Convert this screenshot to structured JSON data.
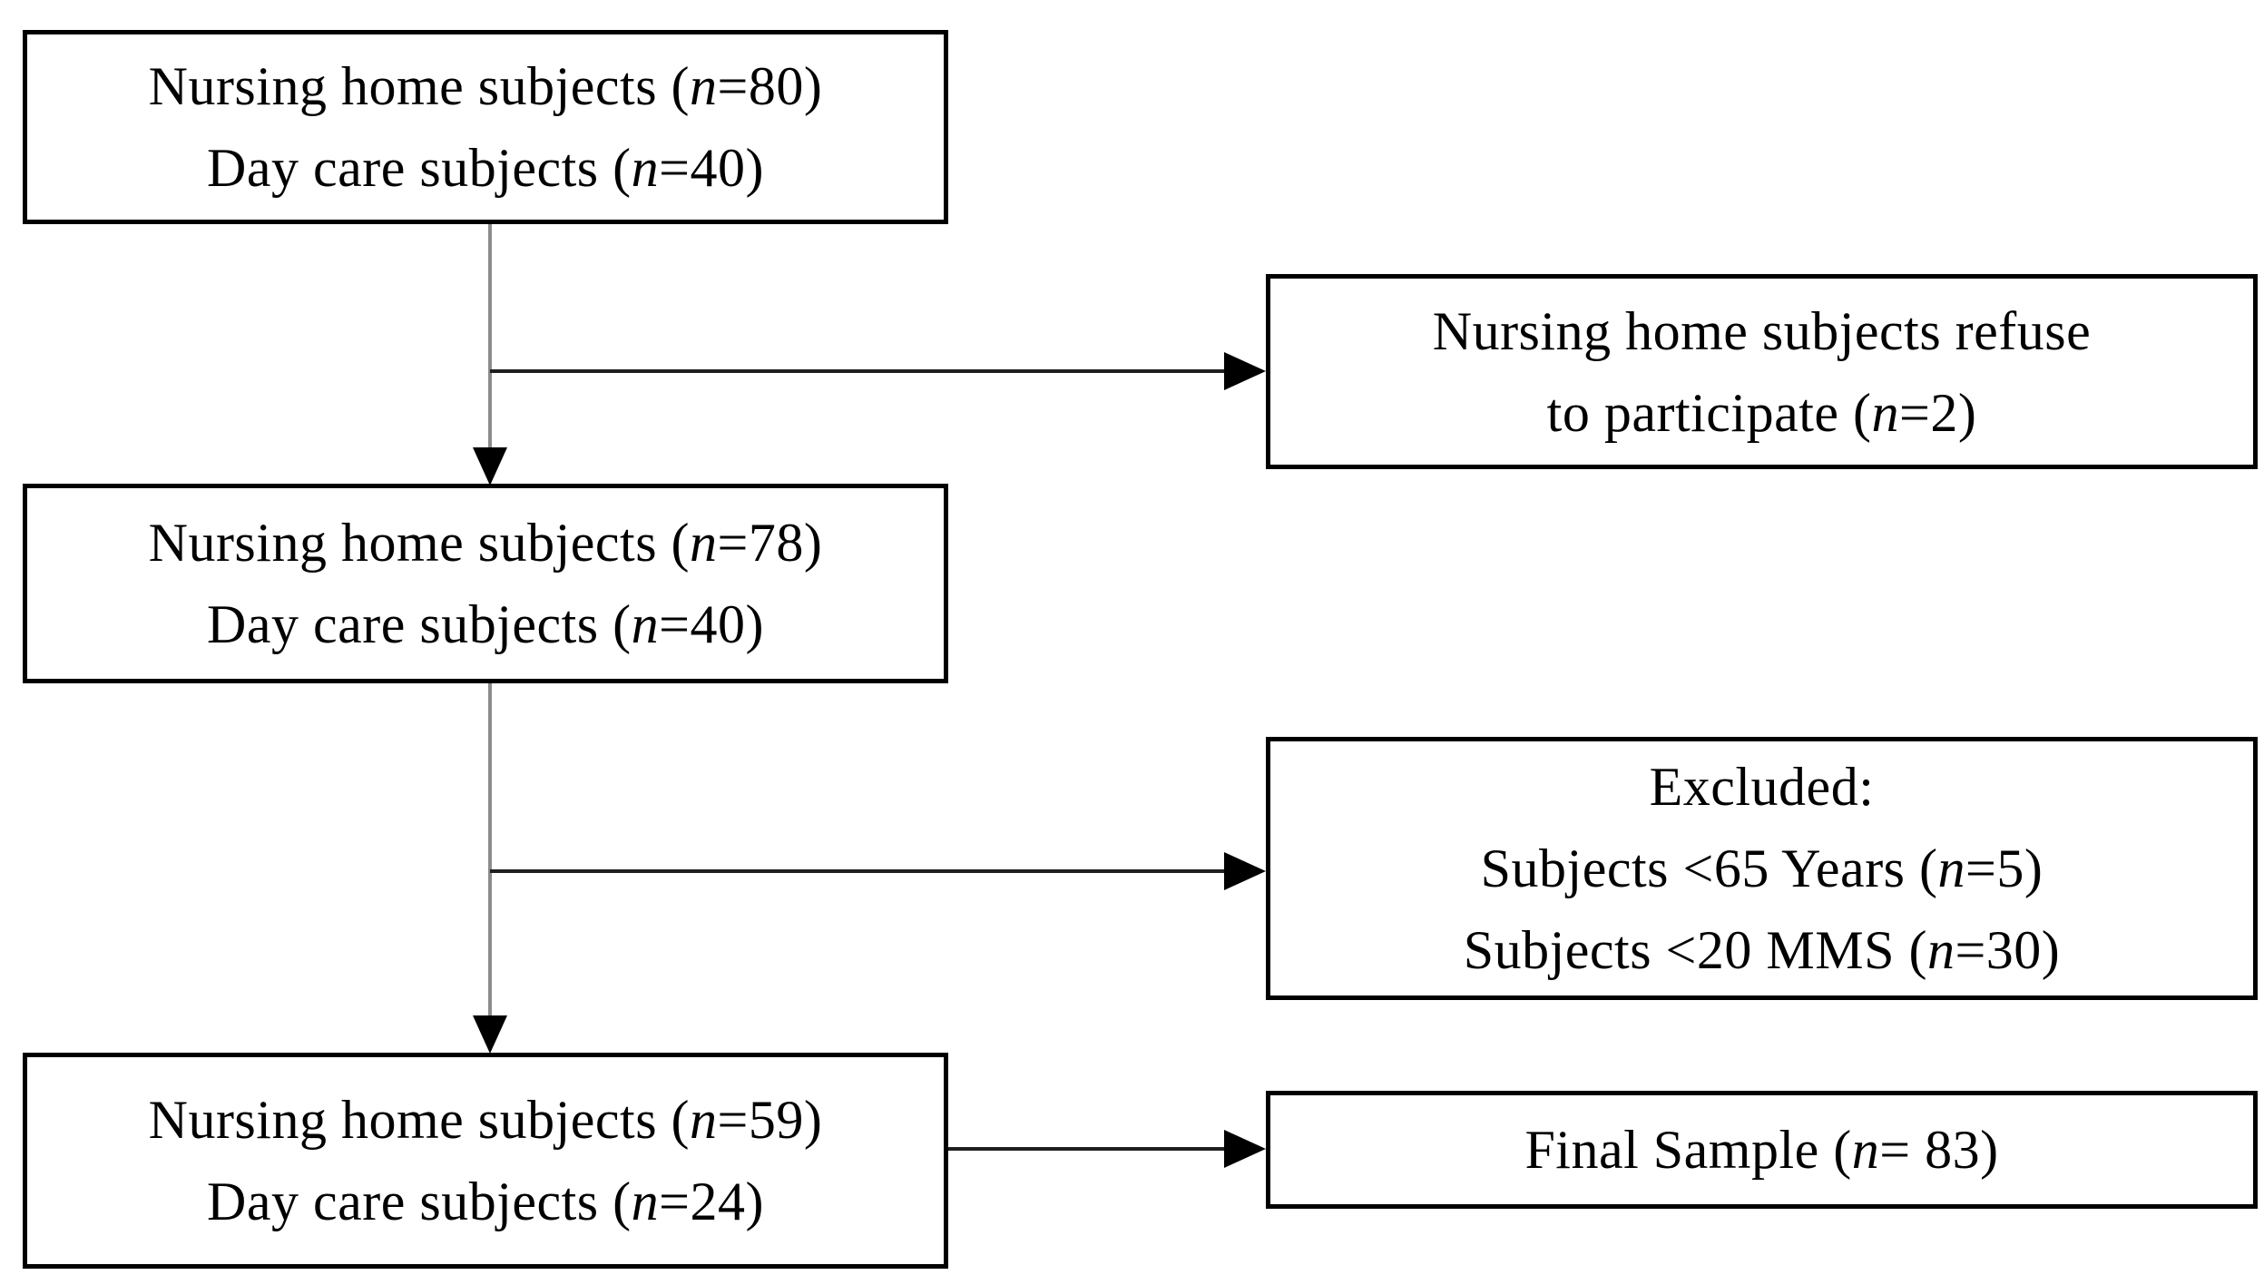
{
  "diagram": {
    "type": "flowchart",
    "colors": {
      "background": "#ffffff",
      "box_border": "#000000",
      "box_fill": "#ffffff",
      "text": "#000000",
      "vertical_line": "#8c8c8c",
      "horizontal_line": "#1f1f1f",
      "arrowhead": "#000000"
    },
    "boxes": [
      {
        "id": "initial-sample",
        "lines": [
          [
            {
              "t": "Nursing home subjects ("
            },
            {
              "t": "n",
              "italic": true
            },
            {
              "t": "=80)"
            }
          ],
          [
            {
              "t": "Day care subjects ("
            },
            {
              "t": "n",
              "italic": true
            },
            {
              "t": "=40)"
            }
          ]
        ]
      },
      {
        "id": "refused-to-participate",
        "lines": [
          [
            {
              "t": "Nursing home subjects refuse"
            }
          ],
          [
            {
              "t": "to participate ("
            },
            {
              "t": "n",
              "italic": true
            },
            {
              "t": "=2)"
            }
          ]
        ]
      },
      {
        "id": "after-refusal",
        "lines": [
          [
            {
              "t": "Nursing home subjects ("
            },
            {
              "t": "n",
              "italic": true
            },
            {
              "t": "=78)"
            }
          ],
          [
            {
              "t": "Day care subjects ("
            },
            {
              "t": "n",
              "italic": true
            },
            {
              "t": "=40)"
            }
          ]
        ]
      },
      {
        "id": "excluded",
        "lines": [
          [
            {
              "t": "Excluded:"
            }
          ],
          [
            {
              "t": "Subjects <65 Years ("
            },
            {
              "t": "n",
              "italic": true
            },
            {
              "t": "=5)"
            }
          ],
          [
            {
              "t": "Subjects <20 MMS ("
            },
            {
              "t": "n",
              "italic": true
            },
            {
              "t": "=30)"
            }
          ]
        ]
      },
      {
        "id": "after-exclusion",
        "lines": [
          [
            {
              "t": "Nursing home subjects ("
            },
            {
              "t": "n",
              "italic": true
            },
            {
              "t": "=59)"
            }
          ],
          [
            {
              "t": "Day care subjects ("
            },
            {
              "t": "n",
              "italic": true
            },
            {
              "t": "=24)"
            }
          ]
        ]
      },
      {
        "id": "final-sample",
        "lines": [
          [
            {
              "t": "Final Sample ("
            },
            {
              "t": "n",
              "italic": true
            },
            {
              "t": "= 83)"
            }
          ]
        ]
      }
    ]
  }
}
